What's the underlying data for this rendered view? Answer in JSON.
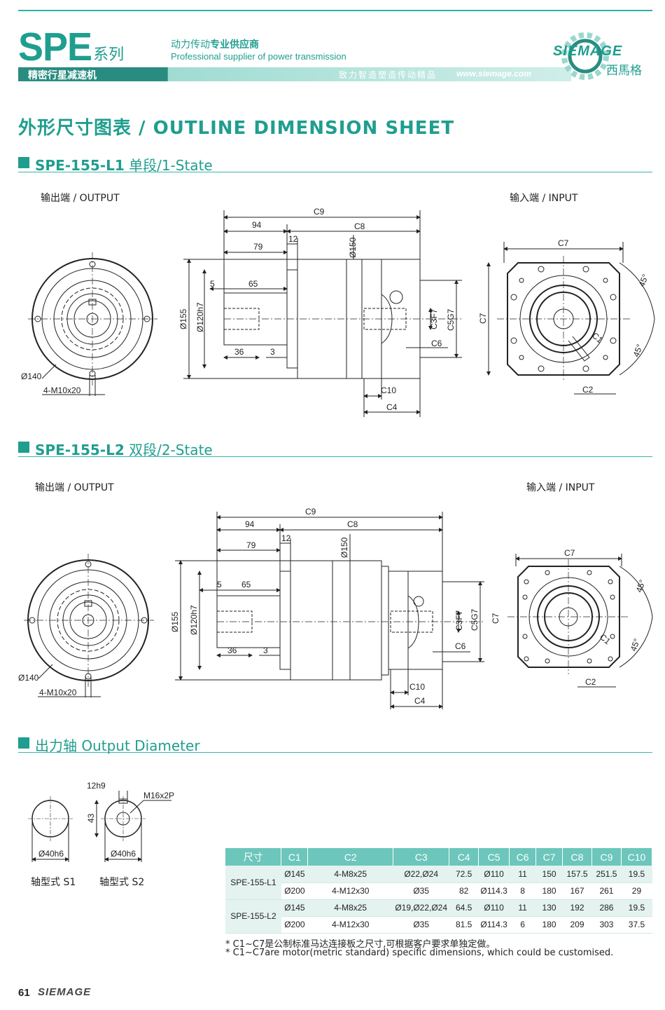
{
  "header": {
    "series_prefix": "SPE",
    "series_suffix": "系列",
    "tagline_cn_a": "动力传动",
    "tagline_cn_b": "专业供应商",
    "tagline_en": "Professional supplier of power transmission",
    "band_left": "精密行星减速机",
    "band_mid": "致力智造塑造传动精品",
    "url": "www.siemage.com",
    "logo_text": "SIEMAGE",
    "logo_cn": "西馬格"
  },
  "main_title": "外形尺寸图表 / OUTLINE DIMENSION SHEET",
  "section1": {
    "model": "SPE-155-L1",
    "stage": " 单段/1-State",
    "output_label": "输出端 / OUTPUT",
    "input_label": "输入端 / INPUT"
  },
  "section2": {
    "model": "SPE-155-L2",
    "stage": " 双段/2-State",
    "output_label": "输出端 / OUTPUT",
    "input_label": "输入端 / INPUT"
  },
  "section3": {
    "title": "出力轴 Output Diameter",
    "s1_label": "轴型式 S1",
    "s2_label": "轴型式 S2",
    "s1_dia": "Ø40h6",
    "s2_dia": "Ø40h6",
    "key_width": "12h9",
    "key_height": "43",
    "thread": "M16x2P"
  },
  "dims": {
    "c9": "C9",
    "c8": "C8",
    "c7": "C7",
    "c6": "C6",
    "c5": "C5G7",
    "c4": "C4",
    "c3": "C3F7",
    "c2": "C2",
    "c1": "C1",
    "c10": "C10",
    "d94": "94",
    "d79": "79",
    "d12": "12",
    "d5": "5",
    "d65": "65",
    "d36": "36",
    "d3": "3",
    "phi150": "Ø150",
    "phi155": "Ø155",
    "phi120": "Ø120h7",
    "phi140": "Ø140",
    "bolt": "4-M10x20",
    "angle": "45°"
  },
  "table": {
    "headers": [
      "尺寸",
      "C1",
      "C2",
      "C3",
      "C4",
      "C5",
      "C6",
      "C7",
      "C8",
      "C9",
      "C10"
    ],
    "groups": [
      {
        "model": "SPE-155-L1",
        "rows": [
          [
            "Ø145",
            "4-M8x25",
            "Ø22,Ø24",
            "72.5",
            "Ø110",
            "11",
            "150",
            "157.5",
            "251.5",
            "19.5"
          ],
          [
            "Ø200",
            "4-M12x30",
            "Ø35",
            "82",
            "Ø114.3",
            "8",
            "180",
            "167",
            "261",
            "29"
          ]
        ]
      },
      {
        "model": "SPE-155-L2",
        "rows": [
          [
            "Ø145",
            "4-M8x25",
            "Ø19,Ø22,Ø24",
            "64.5",
            "Ø110",
            "11",
            "130",
            "192",
            "286",
            "19.5"
          ],
          [
            "Ø200",
            "4-M12x30",
            "Ø35",
            "81.5",
            "Ø114.3",
            "6",
            "180",
            "209",
            "303",
            "37.5"
          ]
        ]
      }
    ]
  },
  "notes": {
    "cn": "* C1~C7是公制标准马达连接板之尺寸,可根据客户要求单独定做。",
    "en": "* C1~C7are motor(metric standard)  specific dimensions, which could be customised."
  },
  "footer": {
    "page": "61",
    "brand": "SIEMAGE"
  },
  "colors": {
    "accent": "#1f9e8f",
    "table_header": "#6cc6bb",
    "table_row": "#e4f3f0"
  }
}
